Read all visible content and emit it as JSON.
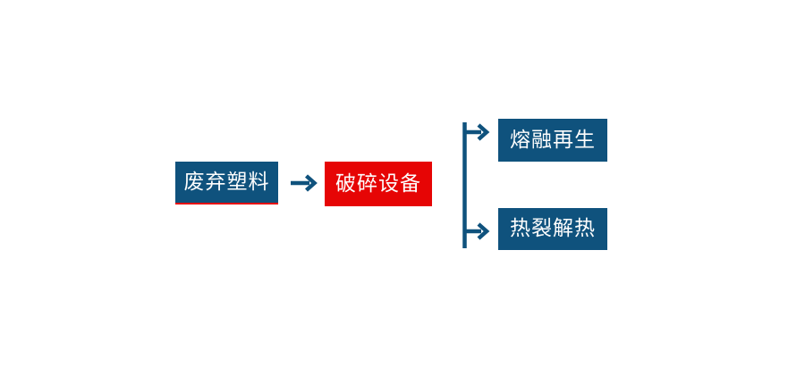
{
  "diagram": {
    "type": "flowchart",
    "direction": "left-to-right",
    "nodes": {
      "waste_plastic": {
        "label": "废弃塑料",
        "fill": "#0f527d",
        "accent_underline": "#e60505"
      },
      "crushing_equipment": {
        "label": "破碎设备",
        "fill": "#e60505"
      },
      "melt_regeneration": {
        "label": "熔融再生",
        "fill": "#0f527d"
      },
      "pyrolysis_heat": {
        "label": "热裂解热",
        "fill": "#0f527d"
      }
    },
    "edges": [
      {
        "from": "waste_plastic",
        "to": "crushing_equipment",
        "style": "straight-arrow"
      },
      {
        "from": "crushing_equipment",
        "to": "melt_regeneration",
        "style": "branch-arrow"
      },
      {
        "from": "crushing_equipment",
        "to": "pyrolysis_heat",
        "style": "branch-arrow"
      }
    ],
    "colors": {
      "node_blue": "#0f527d",
      "node_red": "#e60505",
      "connector": "#0f527d",
      "label_text": "#ffffff",
      "background": "#ffffff"
    }
  }
}
